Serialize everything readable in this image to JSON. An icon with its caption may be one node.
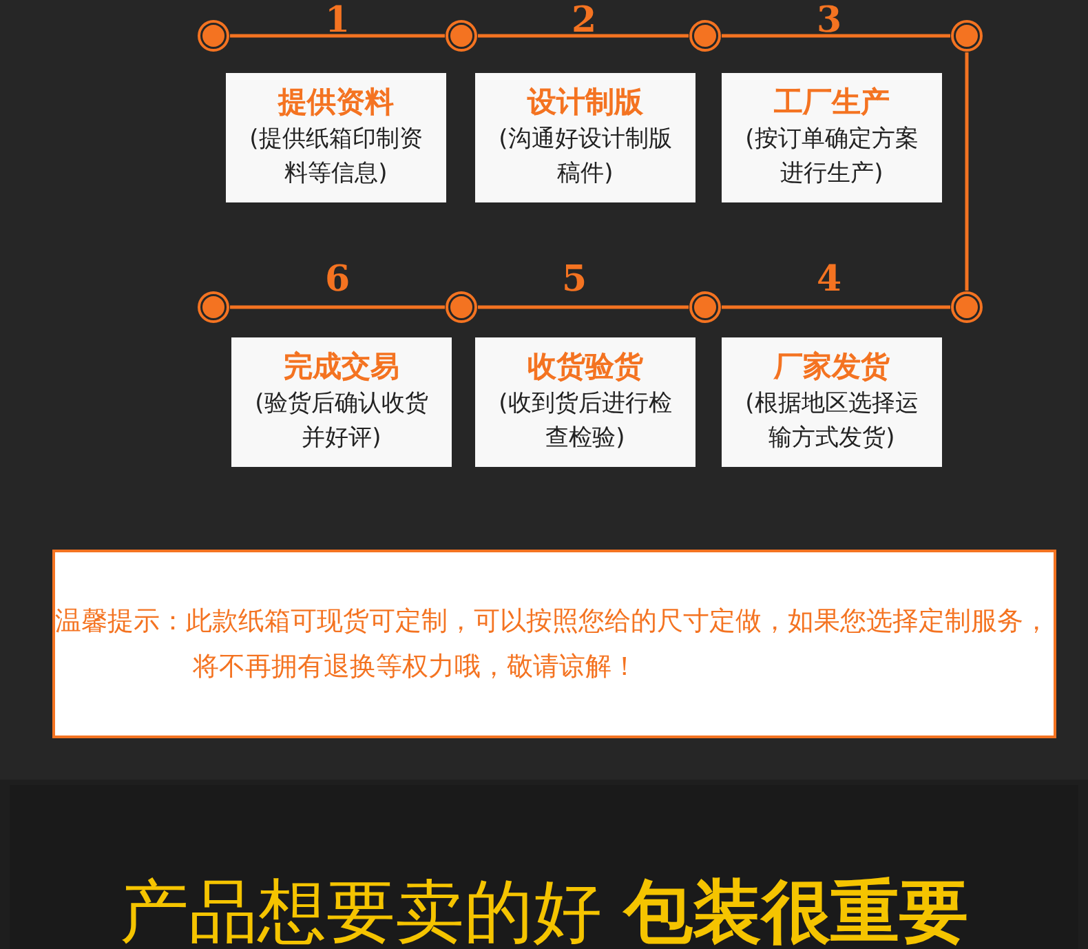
{
  "diagram": {
    "nodes": [
      {
        "text": [],
        "shape": "circle"
      },
      {
        "text": [],
        "shape": "circle"
      },
      {
        "text": [],
        "shape": "circle"
      },
      {
        "text": [],
        "shape": "circle"
      },
      {
        "text": [
          "提供资料",
          "(提供纸箱印制资料等信息)"
        ],
        "beside": [
          "1"
        ]
      },
      {
        "text": [
          "设计制版",
          "(沟通好设计制版稿件)"
        ],
        "beside": [
          "2"
        ]
      },
      {
        "text": [
          "工厂生产",
          "(按订单确定方案进行生产)"
        ],
        "beside": [
          "3"
        ]
      },
      {
        "text": [],
        "shape": "circle"
      },
      {
        "text": [],
        "shape": "circle"
      },
      {
        "text": [],
        "shape": "circle"
      },
      {
        "text": [],
        "shape": "circle"
      },
      {
        "text": [
          "完成交易",
          "(验货后确认收货并好评)"
        ],
        "beside": [
          "6"
        ]
      },
      {
        "text": [
          "收货验货",
          "(收到货后进行检查检验)"
        ],
        "beside": [
          "5"
        ]
      },
      {
        "text": [
          "厂家发货",
          "(根据地区选择运输方式发货)"
        ],
        "beside": [
          "4"
        ]
      },
      {
        "text": [
          "温馨提示：此款纸箱可现货可定制，可以按照您给的尺寸定做，如果您选择定制服务，将不再拥有退换等权力哦，敬请谅解！"
        ]
      }
    ],
    "edges": [
      {
        "from": 0,
        "to": 1,
        "arrow": "none"
      },
      {
        "from": 1,
        "to": 2,
        "arrow": "none"
      },
      {
        "from": 2,
        "to": 3,
        "arrow": "none"
      },
      {
        "from": 3,
        "to": 10,
        "arrow": "none"
      },
      {
        "from": 10,
        "to": 9,
        "arrow": "none"
      },
      {
        "from": 9,
        "to": 8,
        "arrow": "none"
      },
      {
        "from": 8,
        "to": 7,
        "arrow": "none"
      }
    ],
    "labels": [
      "产品想要卖的好 **包装很重要**"
    ]
  }
}
